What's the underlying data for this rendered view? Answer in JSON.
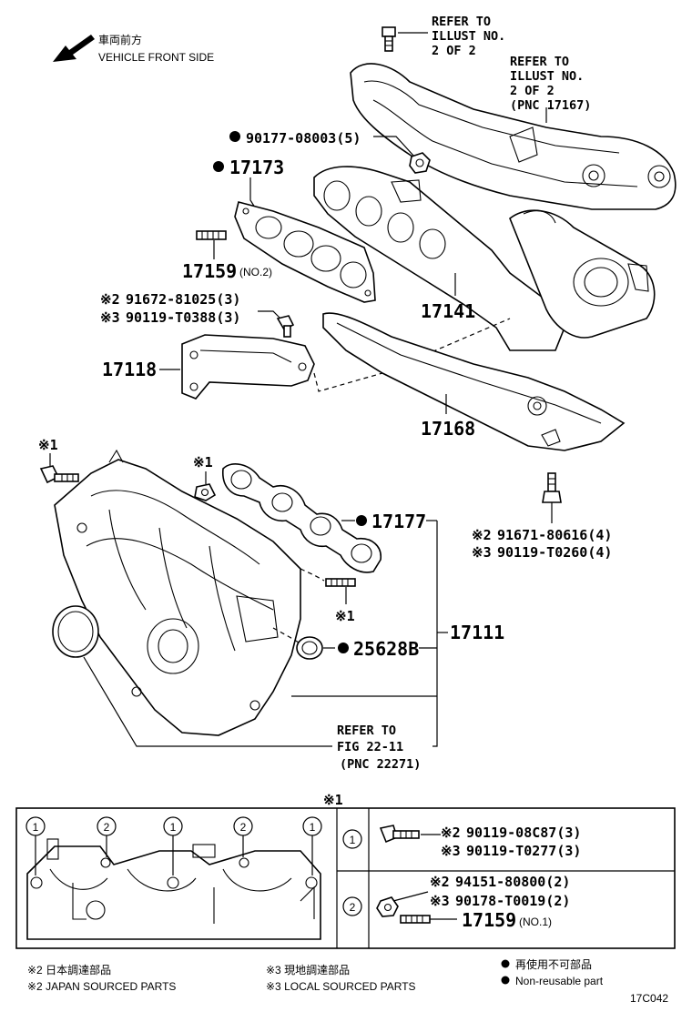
{
  "header": {
    "front_jp": "車両前方",
    "front_en": "VEHICLE FRONT SIDE"
  },
  "refs": {
    "bolt_top": [
      "REFER TO",
      "ILLUST NO.",
      "2 OF 2"
    ],
    "heat_insulator": [
      "REFER TO",
      "ILLUST NO.",
      "2 OF 2",
      "(PNC 17167)"
    ],
    "fig": [
      "REFER TO",
      "FIG 22-11",
      "(PNC 22271)"
    ]
  },
  "callouts": {
    "nut_90177": "90177-08003(5)",
    "gasket_17173": "17173",
    "stud_17159_no2": "17159",
    "stud_17159_no2_suffix": "(NO.2)",
    "bolt_91672": "91672-81025(3)",
    "bolt_90119_t0388": "90119-T0388(3)",
    "bolt_mark_2": "※2",
    "bolt_mark_3": "※3",
    "manifold_17141": "17141",
    "bracket_17118": "17118",
    "insulator_17168": "17168",
    "note_mark_1a": "※1",
    "note_mark_1b": "※1",
    "note_mark_1c": "※1",
    "gasket_17177": "17177",
    "bolt_91671": "91671-80616(4)",
    "bolt_90119_t0260": "90119-T0260(4)",
    "intake_17111": "17111",
    "gasket_25628b": "25628B",
    "page_code": "17C042"
  },
  "detail_box": {
    "title": "※1",
    "positions": [
      "1",
      "2",
      "1",
      "2",
      "1"
    ],
    "rows": [
      {
        "num": "1",
        "lines": [
          {
            "mark": "※2",
            "part": "90119-08C87(3)"
          },
          {
            "mark": "※3",
            "part": "90119-T0277(3)"
          }
        ]
      },
      {
        "num": "2",
        "lines": [
          {
            "mark": "※2",
            "part": "94151-80800(2)"
          },
          {
            "mark": "※3",
            "part": "90178-T0019(2)"
          }
        ],
        "extra_part": "17159",
        "extra_suffix": "(NO.1)"
      }
    ]
  },
  "legend": {
    "jp2": "※2 日本調達部品",
    "en2": "※2 JAPAN SOURCED PARTS",
    "jp3": "※3 現地調達部品",
    "en3": "※3 LOCAL SOURCED PARTS",
    "jp_nonreuse": "再使用不可部品",
    "en_nonreuse": "Non-reusable part"
  }
}
